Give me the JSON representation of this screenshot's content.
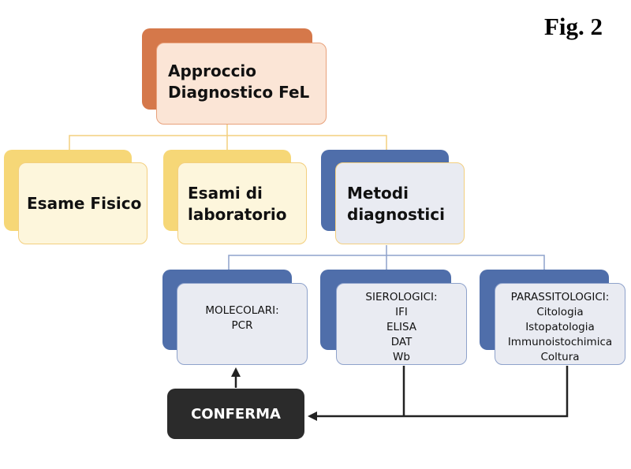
{
  "figure_label": "Fig. 2",
  "root": {
    "lines": [
      "Approccio",
      "Diagnostico FeL"
    ]
  },
  "level1": [
    {
      "lines": [
        "Esame Fisico"
      ]
    },
    {
      "lines": [
        "Esami di",
        "laboratorio"
      ]
    },
    {
      "lines": [
        "Metodi",
        "diagnostici"
      ]
    }
  ],
  "level2": [
    {
      "lines": [
        "MOLECOLARI:",
        "PCR"
      ]
    },
    {
      "lines": [
        "SIEROLOGICI:",
        "IFI",
        "ELISA",
        "DAT",
        "Wb"
      ]
    },
    {
      "lines": [
        "PARASSITOLOGICI:",
        "Citologia",
        "Istopatologia",
        "Immunoistochimica",
        "Coltura"
      ]
    }
  ],
  "confirm": {
    "label": "CONFERMA"
  },
  "colors": {
    "orange_back": "#d5784a",
    "orange_front": "#fbe5d6",
    "yellow_back": "#f6d777",
    "yellow_front": "#fdf6dc",
    "blue_back": "#4f6eaa",
    "blue_front": "#e9ebf2",
    "connector_yellow": "#f3cf7f",
    "connector_blue": "#8ea2cb",
    "confirm_bg": "#2b2b2b"
  }
}
